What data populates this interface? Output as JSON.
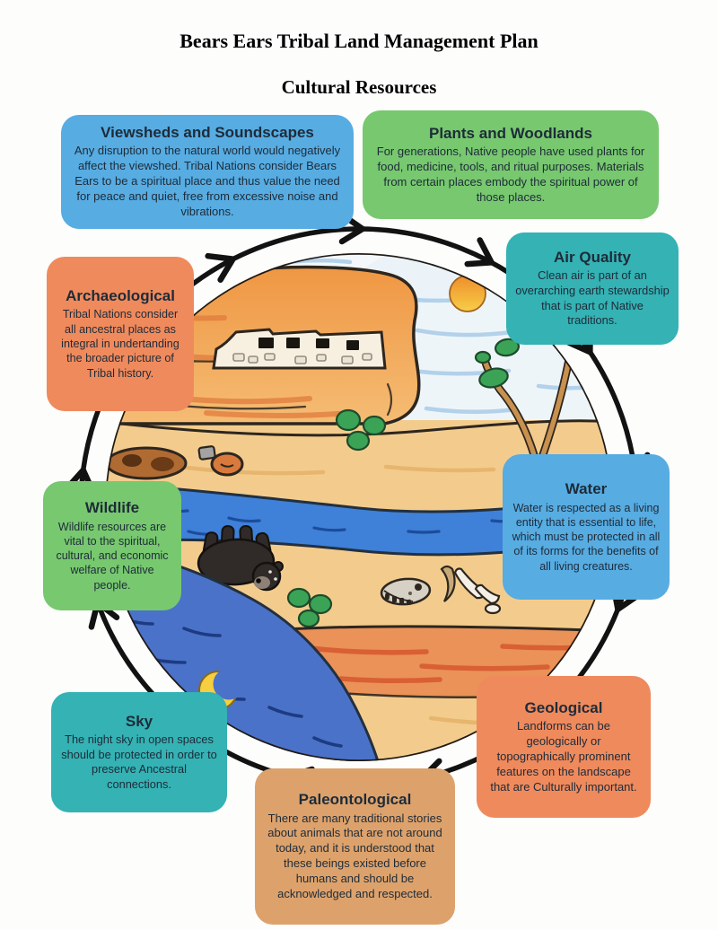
{
  "page": {
    "background": "#fdfdfc"
  },
  "header": {
    "title": "Bears Ears Tribal Land Management Plan",
    "subtitle": "Cultural Resources"
  },
  "colors": {
    "blue": "#57ACE2",
    "green": "#77C86F",
    "teal": "#34B2B4",
    "orange": "#EF8A5D",
    "tan": "#DDA26C",
    "card_text": "#1E2B38",
    "ring": "#121212"
  },
  "cycle": {
    "direction": "clockwise"
  },
  "cards": [
    {
      "id": "viewsheds-and-soundscapes",
      "color": "blue",
      "title": "Viewsheds and Soundscapes",
      "body": "Any disruption to the natural world would negatively affect the viewshed. Tribal Nations consider Bears Ears to be a spiritual place and thus value the need for peace and quiet, free from excessive noise and vibrations."
    },
    {
      "id": "plants-and-woodlands",
      "color": "green",
      "title": "Plants and Woodlands",
      "body": "For generations, Native people have used plants for food, medicine, tools, and ritual purposes. Materials from certain places embody the spiritual power of those places."
    },
    {
      "id": "air-quality",
      "color": "teal",
      "title": "Air Quality",
      "body": "Clean air is part of an overarching earth stewardship that is part of Native traditions."
    },
    {
      "id": "archaeological",
      "color": "orange",
      "title": "Archaeological",
      "body": "Tribal Nations consider all ancestral places as integral in undertanding the broader picture of Tribal history."
    },
    {
      "id": "water",
      "color": "blue",
      "title": "Water",
      "body": "Water is respected as a living entity that is essential to life, which must be protected in all of its forms for the benefits of all living creatures."
    },
    {
      "id": "wildlife",
      "color": "green",
      "title": "Wildlife",
      "body": "Wildlife resources are vital to the spiritual, cultural, and economic welfare of Native people."
    },
    {
      "id": "geological",
      "color": "orange",
      "title": "Geological",
      "body": "Landforms can be geologically or topographically prominent features on the landscape that are Culturally important."
    },
    {
      "id": "sky",
      "color": "teal",
      "title": "Sky",
      "body": "The night sky in open spaces should be protected in order to preserve Ancestral connections."
    },
    {
      "id": "paleontological",
      "color": "tan",
      "title": "Paleontological",
      "body": "There are many traditional stories about animals that are not around today, and it is understood that these beings existed before humans and should be acknowledged and respected."
    }
  ],
  "illustration": {
    "description": "Hand-drawn watercolor landscape of Bears Ears inside a circular arrow cycle",
    "elements": [
      "sun",
      "mesa-cliff",
      "ancestral-cliff-dwelling",
      "desert-sand",
      "rocks",
      "bushes",
      "cottonwood-tree",
      "river",
      "black-bear",
      "fossil-bones",
      "red-rock-layer",
      "night-water",
      "crescent-moon"
    ]
  }
}
